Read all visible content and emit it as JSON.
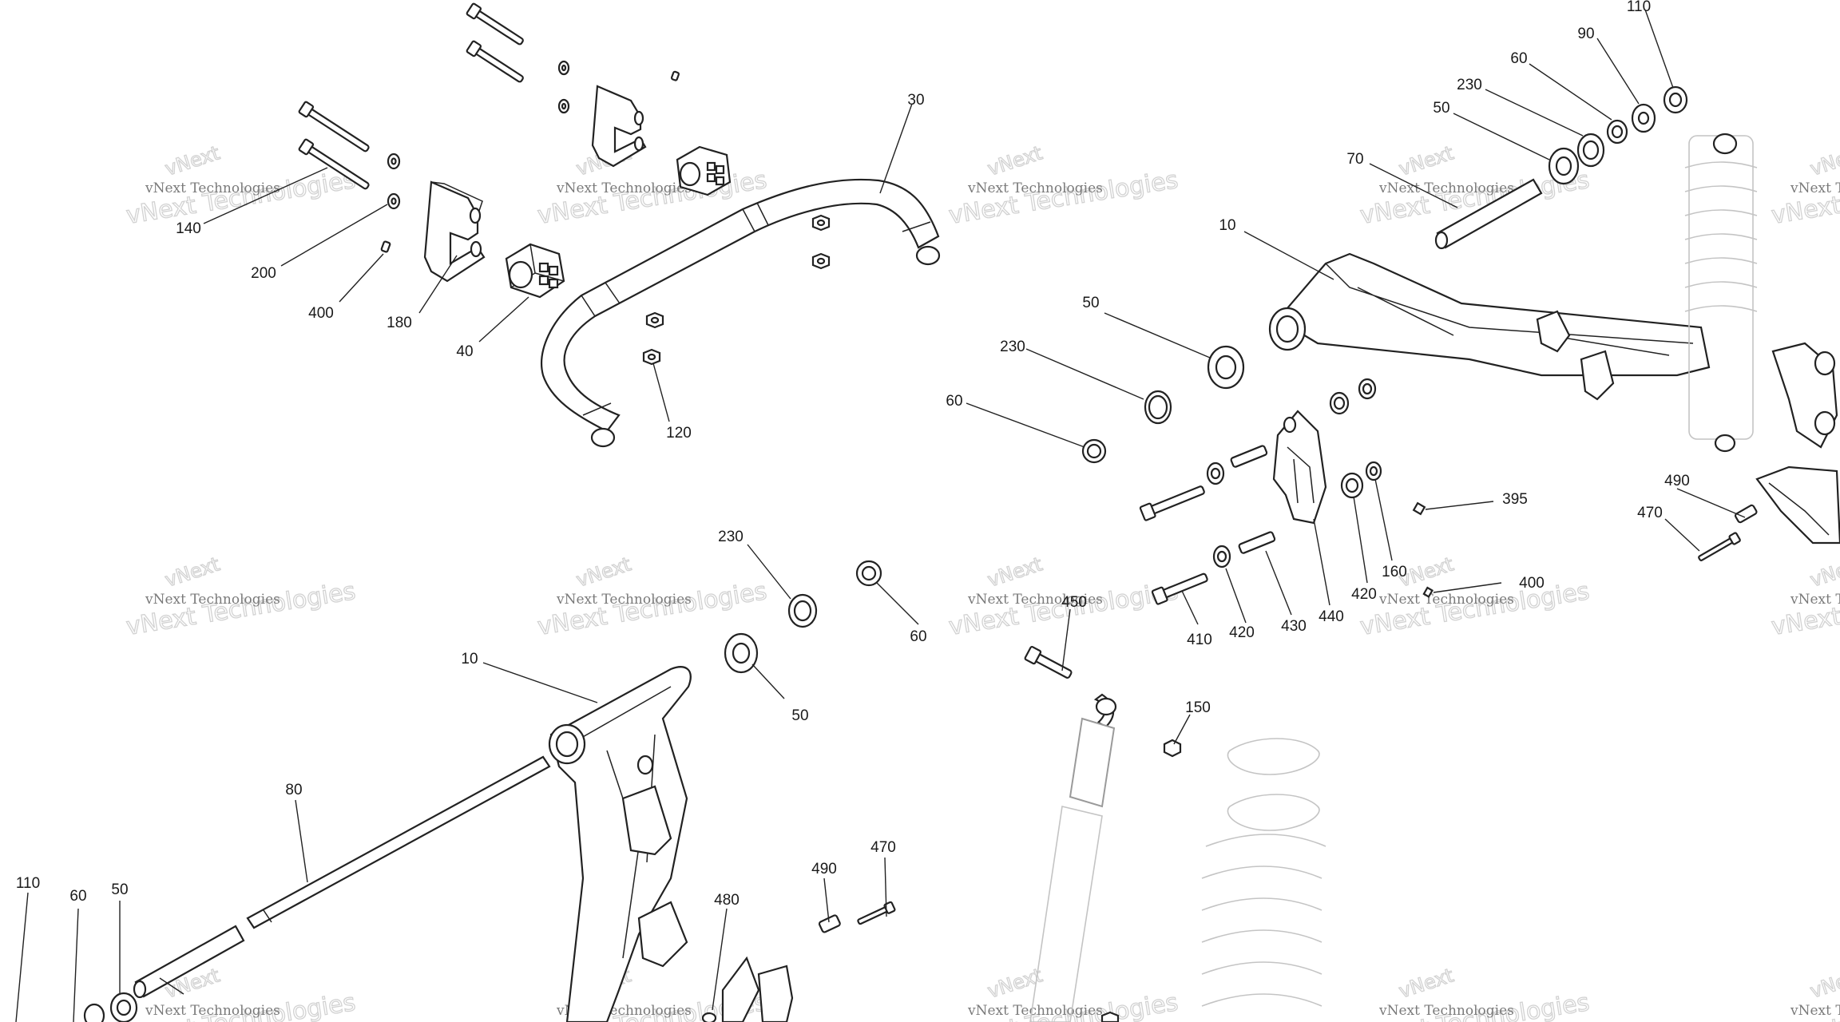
{
  "watermark": {
    "brand": "vNext Technologies",
    "logo_letters": "vNext"
  },
  "callouts": [
    {
      "id": "c-110-top",
      "text": "110"
    },
    {
      "id": "c-90",
      "text": "90"
    },
    {
      "id": "c-60-top",
      "text": "60"
    },
    {
      "id": "c-230-top",
      "text": "230"
    },
    {
      "id": "c-50-top",
      "text": "50"
    },
    {
      "id": "c-70",
      "text": "70"
    },
    {
      "id": "c-30",
      "text": "30"
    },
    {
      "id": "c-10-top",
      "text": "10"
    },
    {
      "id": "c-140",
      "text": "140"
    },
    {
      "id": "c-200",
      "text": "200"
    },
    {
      "id": "c-400-left",
      "text": "400"
    },
    {
      "id": "c-180",
      "text": "180"
    },
    {
      "id": "c-40",
      "text": "40"
    },
    {
      "id": "c-120",
      "text": "120"
    },
    {
      "id": "c-50-mid",
      "text": "50"
    },
    {
      "id": "c-230-mid",
      "text": "230"
    },
    {
      "id": "c-60-mid",
      "text": "60"
    },
    {
      "id": "c-395",
      "text": "395"
    },
    {
      "id": "c-490-right",
      "text": "490"
    },
    {
      "id": "c-470-right",
      "text": "470"
    },
    {
      "id": "c-160",
      "text": "160"
    },
    {
      "id": "c-400-right",
      "text": "400"
    },
    {
      "id": "c-420-a",
      "text": "420"
    },
    {
      "id": "c-440",
      "text": "440"
    },
    {
      "id": "c-430",
      "text": "430"
    },
    {
      "id": "c-420-b",
      "text": "420"
    },
    {
      "id": "c-410",
      "text": "410"
    },
    {
      "id": "c-230-low",
      "text": "230"
    },
    {
      "id": "c-60-low",
      "text": "60"
    },
    {
      "id": "c-50-low",
      "text": "50"
    },
    {
      "id": "c-450",
      "text": "450"
    },
    {
      "id": "c-150",
      "text": "150"
    },
    {
      "id": "c-10-low",
      "text": "10"
    },
    {
      "id": "c-80",
      "text": "80"
    },
    {
      "id": "c-110-low",
      "text": "110"
    },
    {
      "id": "c-60-bl",
      "text": "60"
    },
    {
      "id": "c-50-bl",
      "text": "50"
    },
    {
      "id": "c-490-low",
      "text": "490"
    },
    {
      "id": "c-470-low",
      "text": "470"
    },
    {
      "id": "c-480",
      "text": "480"
    }
  ]
}
